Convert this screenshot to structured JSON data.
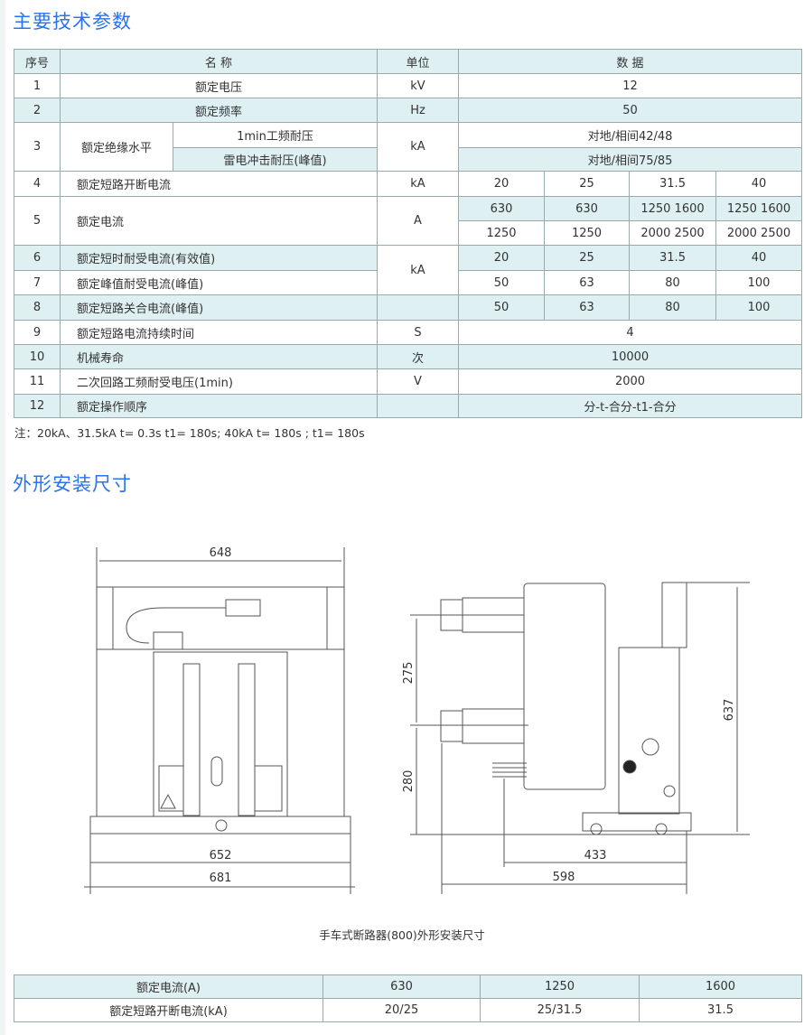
{
  "section1_title": "主要技术参数",
  "table": {
    "headers": [
      "序号",
      "名  称",
      "单位",
      "数   据"
    ],
    "rows": [
      {
        "no": "1",
        "name": "额定电压",
        "unit": "kV",
        "data": "12"
      },
      {
        "no": "2",
        "name": "额定频率",
        "unit": "Hz",
        "data": "50"
      },
      {
        "no": "3",
        "name": "额定绝缘水平",
        "sub": [
          "1min工频耐压",
          "雷电冲击耐压(峰值)"
        ],
        "unit": "kA",
        "data": [
          "对地/相间42/48",
          "对地/相间75/85"
        ]
      },
      {
        "no": "4",
        "name": "额定短路开断电流",
        "unit": "kA",
        "data": [
          "20",
          "25",
          "31.5",
          "40"
        ]
      },
      {
        "no": "5",
        "name": "额定电流",
        "unit": "A",
        "data": [
          [
            "630",
            "630",
            "1250   1600",
            "1250   1600"
          ],
          [
            "1250",
            "1250",
            "2000   2500",
            "2000   2500"
          ]
        ]
      },
      {
        "no": "6",
        "name": "额定短时耐受电流(有效值)",
        "unit": "kA",
        "data": [
          "20",
          "25",
          "31.5",
          "40"
        ]
      },
      {
        "no": "7",
        "name": "额定峰值耐受电流(峰值)",
        "data": [
          "50",
          "63",
          "80",
          "100"
        ]
      },
      {
        "no": "8",
        "name": "额定短路关合电流(峰值)",
        "data": [
          "50",
          "63",
          "80",
          "100"
        ]
      },
      {
        "no": "9",
        "name": "额定短路电流持续时间",
        "unit": "S",
        "data": "4"
      },
      {
        "no": "10",
        "name": "机械寿命",
        "unit": "次",
        "data": "10000"
      },
      {
        "no": "11",
        "name": "二次回路工频耐受电压(1min)",
        "unit": "V",
        "data": "2000"
      },
      {
        "no": "12",
        "name": "额定操作顺序",
        "unit": "",
        "data": "分-t-合分-t1-合分"
      }
    ]
  },
  "note": "注：20kA、31.5kA  t= 0.3s t1= 180s; 40kA t= 180s ; t1= 180s",
  "section2_title": "外形安装尺寸",
  "drawing": {
    "front_dims": [
      "648",
      "652",
      "681"
    ],
    "side_dims": [
      "275",
      "280",
      "637",
      "433",
      "598"
    ]
  },
  "caption": "手车式断路器(800)外形安装尺寸",
  "table2": {
    "headers": [
      "额定电流(A)",
      "630",
      "1250",
      "1600"
    ],
    "row": [
      "额定短路开断电流(kA)",
      "20/25",
      "25/31.5",
      "31.5"
    ]
  },
  "colors": {
    "title": "#2a73ee",
    "shade": "#dff0f3"
  }
}
